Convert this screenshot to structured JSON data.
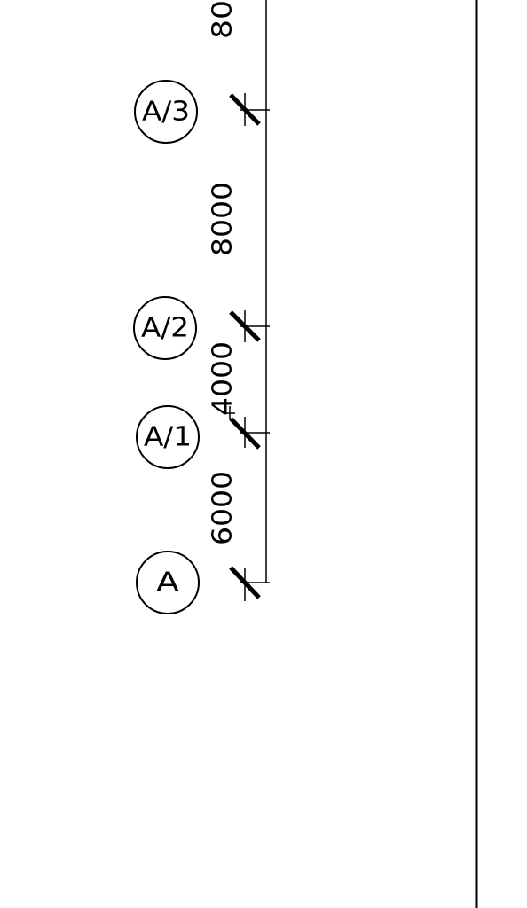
{
  "drawing": {
    "axis_labels": [
      "A",
      "A/1",
      "A/2",
      "A/3"
    ],
    "dimension_labels": [
      "6000",
      "4000",
      "8000",
      "80"
    ]
  }
}
